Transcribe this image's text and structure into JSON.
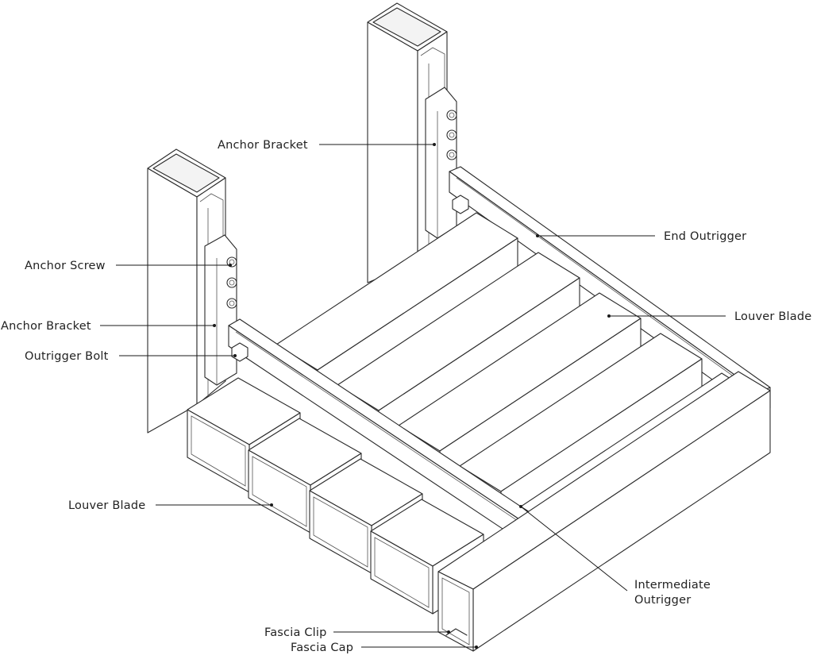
{
  "labels": {
    "anchor_bracket_top": "Anchor Bracket",
    "end_outrigger": "End Outrigger",
    "anchor_screw": "Anchor Screw",
    "louver_blade_right": "Louver Blade",
    "anchor_bracket_left": "Anchor Bracket",
    "outrigger_bolt": "Outrigger Bolt",
    "louver_blade_left": "Louver Blade",
    "intermediate_outrigger_line1": "Intermediate",
    "intermediate_outrigger_line2": "Outrigger",
    "fascia_clip": "Fascia Clip",
    "fascia_cap": "Fascia Cap"
  }
}
